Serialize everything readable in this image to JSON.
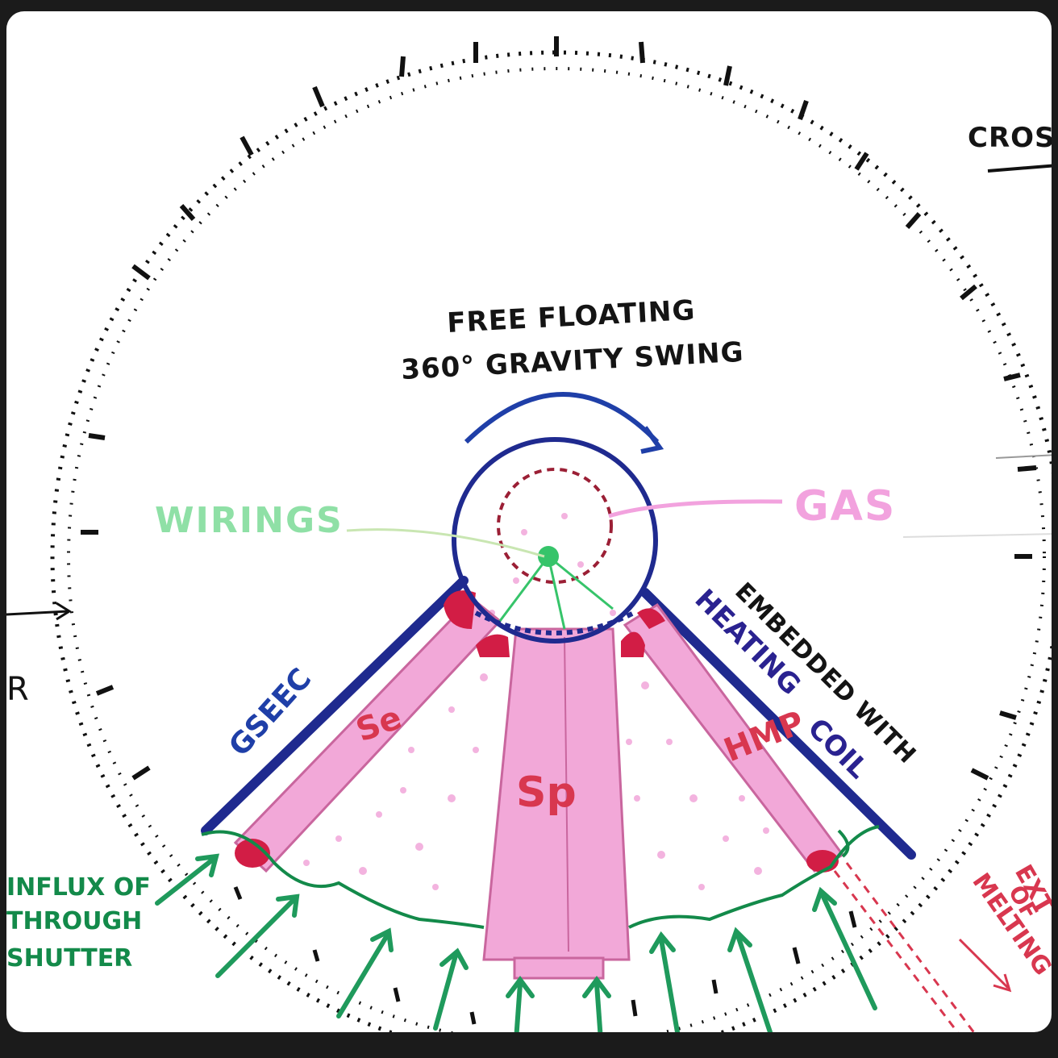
{
  "labels": {
    "cross": "CROSS",
    "free_floating": "FREE FLOATING",
    "gravity_swing": "360° GRAVITY SWING",
    "wirings": "WIRINGS",
    "gas": "GAS",
    "gseec": "GSEEC",
    "se": "Se",
    "sp": "Sp",
    "hmp": "HMP",
    "embedded": "EMBEDDED WITH",
    "heating": "HEATING",
    "coil": "COIL",
    "r": "R",
    "influx_1": "INFLUX OF",
    "influx_2": "THROUGH",
    "influx_3": "SHUTTER",
    "ext_1": "EXT",
    "ext_2": "OF",
    "ext_3": "MELTING"
  },
  "colors": {
    "navy": "#1f2a8f",
    "pink": "#f2a8d8",
    "red": "#d21d45",
    "green": "#1f9a5c",
    "dark_red": "#9b1f35"
  }
}
